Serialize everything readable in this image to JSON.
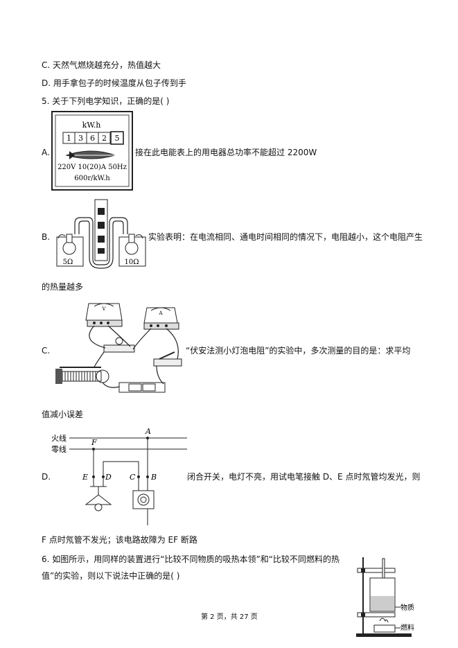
{
  "lines": {
    "c_gas": "C. 天然气燃烧越充分，热值越大",
    "d_bag": "D. 用手拿包子的时候温度从包子传到手",
    "q5": "5. 关于下列电学知识，正确的是(    )",
    "a_label": "A.",
    "a_text": "接在此电能表上的用电器总功率不能超过 2200W",
    "b_label": "B.",
    "b_text": "实验表明：在电流相同、通电时间相同的情况下，电阻越小，这个电阻产生",
    "b_cont": "的热量越多",
    "c_label": "C.",
    "c_text": "“伏安法测小灯泡电阻”的实验中，多次测量的目的是：求平均",
    "c_cont": "值减小误差",
    "d_label": "D.",
    "d_text": "闭合开关，电灯不亮，用试电笔接触 D、E 点时氖管均发光，则",
    "d_cont": "F 点时氖管不发光；该电路故障为 EF 断路",
    "q6_l1": "6. 如图所示，用同样的装置进行“比较不同物质的吸热本领”和“比较不同燃料的热",
    "q6_l2": "值”的实验，则以下说法中正确的是(    )",
    "footer": "第 2 页，共 27 页"
  },
  "meter": {
    "unit": "kW.h",
    "digits": [
      "1",
      "3",
      "6",
      "2",
      "5"
    ],
    "rating": "220V 10(20)A 50Hz",
    "constant": "600r/kW.h"
  },
  "joule": {
    "r_left": "5Ω",
    "r_right": "10Ω"
  },
  "circuit": {
    "fire": "火线",
    "zero": "零线",
    "F": "F",
    "A": "A",
    "E": "E",
    "D": "D",
    "C": "C",
    "B": "B"
  },
  "apparatus": {
    "substance": "物质",
    "fuel": "燃料"
  }
}
